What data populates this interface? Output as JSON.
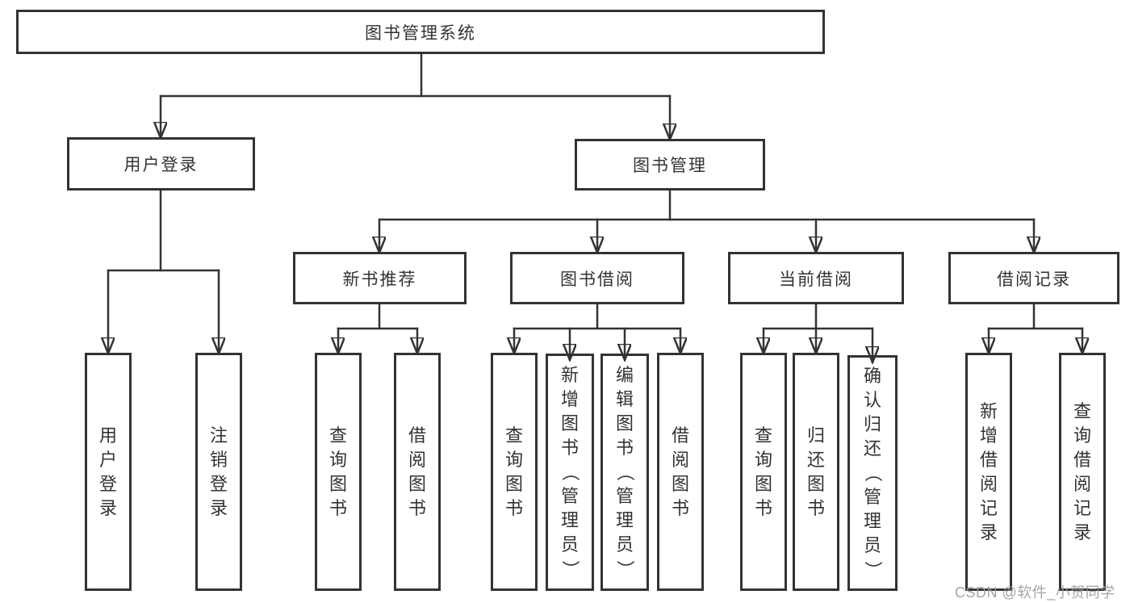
{
  "diagram": {
    "nodes": {
      "root": "图书管理系统",
      "user_login": "用户登录",
      "book_mgmt": "图书管理",
      "new_books": "新书推荐",
      "book_borrow": "图书借阅",
      "current_borrow": "当前借阅",
      "borrow_records": "借阅记录",
      "ul_user_login": "用户登录",
      "ul_logout": "注销登录",
      "nb_query_books": "查询图书",
      "nb_borrow_books": "借阅图书",
      "bb_query_books": "查询图书",
      "bb_add_books": "新增图书（管理员）",
      "bb_edit_books": "编辑图书（管理员）",
      "bb_borrow_books": "借阅图书",
      "cb_query_books": "查询图书",
      "cb_return_books": "归还图书",
      "cb_confirm_return": "确认归还（管理员）",
      "br_add_record": "新增借阅记录",
      "br_query_record": "查询借阅记录"
    },
    "watermark": "CSDN @软件_小贺同学",
    "colors": {
      "line": "#333333",
      "text": "#333333",
      "watermark": "#9c9c9c",
      "background": "#ffffff"
    }
  }
}
